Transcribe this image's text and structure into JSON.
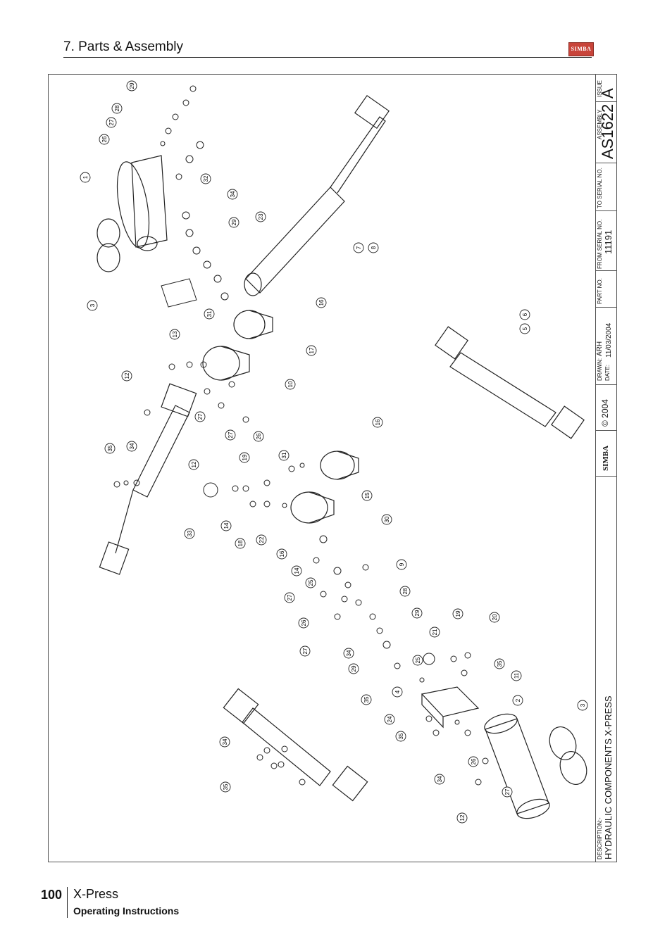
{
  "header": {
    "section_title": "7. Parts & Assembly",
    "logo_text": "SIMBA"
  },
  "title_block": {
    "issue_label": "ISSUE",
    "issue_value": "A",
    "assembly_label": "ASSEMBLY",
    "assembly_value": "AS1622",
    "to_serial_label": "TO SERIAL NO.",
    "from_serial_label": "FROM SERIAL NO.",
    "from_serial_value": "11191",
    "part_no_label": "PART NO.",
    "drawn_label": "DRAWN:",
    "drawn_value": "ARH",
    "date_label": "DATE:",
    "date_value": "11/03/2004",
    "copyright": "© 2004",
    "logo_text": "SIMBA",
    "description_label": "DESCRIPTION:-",
    "description_value": "HYDRAULIC COMPONENTS X-PRESS"
  },
  "callouts": [
    {
      "label": "29"
    },
    {
      "label": "28"
    },
    {
      "label": "27"
    },
    {
      "label": "26"
    },
    {
      "label": "1"
    },
    {
      "label": "32"
    },
    {
      "label": "34"
    },
    {
      "label": "29"
    },
    {
      "label": "23"
    },
    {
      "label": "3"
    },
    {
      "label": "31"
    },
    {
      "label": "7"
    },
    {
      "label": "8"
    },
    {
      "label": "16"
    },
    {
      "label": "13"
    },
    {
      "label": "17"
    },
    {
      "label": "12"
    },
    {
      "label": "10"
    },
    {
      "label": "6"
    },
    {
      "label": "5"
    },
    {
      "label": "27"
    },
    {
      "label": "27"
    },
    {
      "label": "26"
    },
    {
      "label": "12"
    },
    {
      "label": "35"
    },
    {
      "label": "34"
    },
    {
      "label": "19"
    },
    {
      "label": "31"
    },
    {
      "label": "16"
    },
    {
      "label": "33"
    },
    {
      "label": "14"
    },
    {
      "label": "18"
    },
    {
      "label": "22"
    },
    {
      "label": "16"
    },
    {
      "label": "15"
    },
    {
      "label": "30"
    },
    {
      "label": "14"
    },
    {
      "label": "25"
    },
    {
      "label": "9"
    },
    {
      "label": "27"
    },
    {
      "label": "28"
    },
    {
      "label": "26"
    },
    {
      "label": "29"
    },
    {
      "label": "27"
    },
    {
      "label": "34"
    },
    {
      "label": "29"
    },
    {
      "label": "21"
    },
    {
      "label": "19"
    },
    {
      "label": "20"
    },
    {
      "label": "25"
    },
    {
      "label": "35"
    },
    {
      "label": "11"
    },
    {
      "label": "35"
    },
    {
      "label": "4"
    },
    {
      "label": "2"
    },
    {
      "label": "3"
    },
    {
      "label": "24"
    },
    {
      "label": "35"
    },
    {
      "label": "34"
    },
    {
      "label": "26"
    },
    {
      "label": "34"
    },
    {
      "label": "27"
    },
    {
      "label": "35"
    },
    {
      "label": "12"
    }
  ],
  "footer": {
    "page_number": "100",
    "product": "X-Press",
    "subtitle": "Operating Instructions"
  }
}
